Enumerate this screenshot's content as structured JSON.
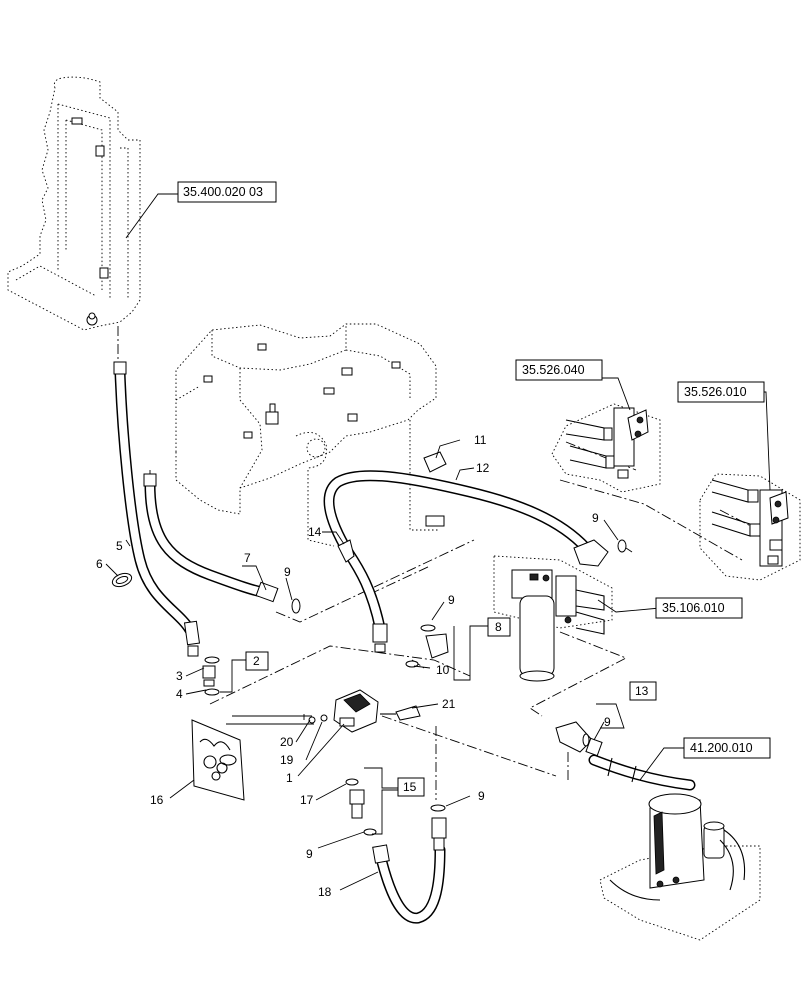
{
  "reference_labels": {
    "r1": "35.400.020 03",
    "r2": "35.526.040",
    "r3": "35.526.010",
    "r4": "35.106.010",
    "r5": "41.200.010"
  },
  "boxed_callouts": {
    "b2": "2",
    "b8": "8",
    "b13": "13",
    "b15": "15"
  },
  "callouts": {
    "c1": "1",
    "c3": "3",
    "c4": "4",
    "c5": "5",
    "c6": "6",
    "c7": "7",
    "c9a": "9",
    "c9b": "9",
    "c9c": "9",
    "c9d": "9",
    "c9e": "9",
    "c9f": "9",
    "c10": "10",
    "c11": "11",
    "c12": "12",
    "c14": "14",
    "c16": "16",
    "c17": "17",
    "c18": "18",
    "c19": "19",
    "c20": "20",
    "c21": "21"
  }
}
